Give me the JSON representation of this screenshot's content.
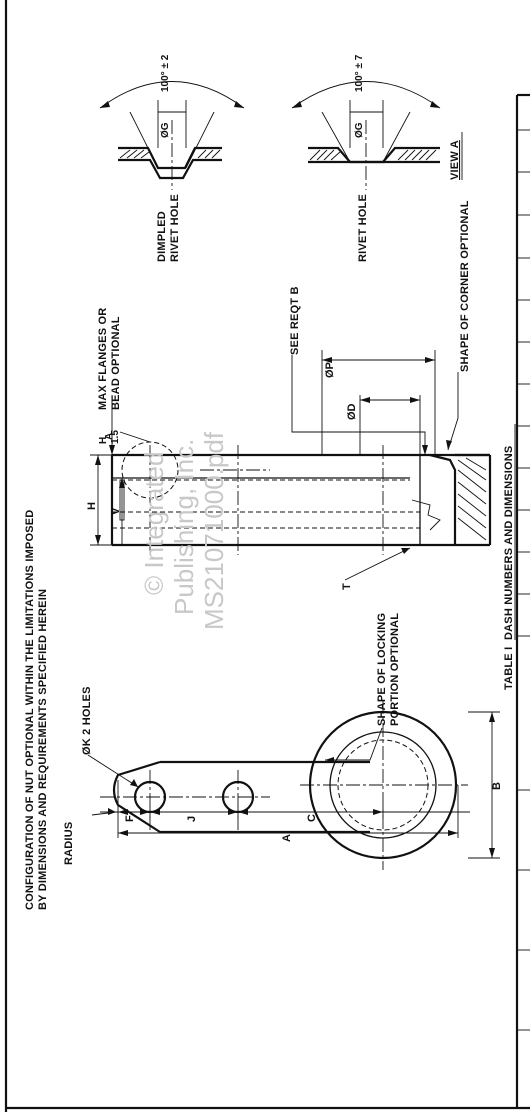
{
  "notes": {
    "configuration_line1": "CONFIGURATION OF NUT OPTIONAL WITHIN THE LIMITATIONS IMPOSED",
    "configuration_line2": "BY DIMENSIONS AND REQUIREMENTS SPECIFIED HEREIN"
  },
  "plan_view": {
    "holes_label": "ØK 2 HOLES",
    "radius_label": "RADIUS",
    "locking_label_line1": "SHAPE OF LOCKING",
    "locking_label_line2": "PORTION OPTIONAL",
    "dims": {
      "a": "A",
      "b": "B",
      "c": "C",
      "f": "F",
      "j": "J"
    }
  },
  "side_view": {
    "flanges_line1": "MAX FLANGES OR",
    "flanges_line2": "BEAD OPTIONAL",
    "h_label": "H",
    "h_tol": "1.5",
    "h_dim": "H",
    "v_dim": "V",
    "view_a_tag": "A",
    "see_reqt": "SEE REQT B",
    "d_dim": "ØD",
    "p_dim": "ØP",
    "corner_label": "SHAPE OF CORNER OPTIONAL",
    "t_dim": "T"
  },
  "view_a": {
    "dimpled_line1": "DIMPLED",
    "dimpled_line2": "RIVET HOLE",
    "rivet_line1": "RIVET HOLE",
    "angle_dimpled": "100° ± 2",
    "angle_rivet": "100° ± 7",
    "g_dim": "ØG",
    "title": "VIEW A"
  },
  "table": {
    "caption_prefix": "TABLE I",
    "caption_title": "DASH NUMBERS AND DIMENSIONS"
  },
  "watermark": {
    "line1": "© Integrated",
    "line2": "Publishing, Inc.",
    "line3": "MS21071000.pdf"
  }
}
